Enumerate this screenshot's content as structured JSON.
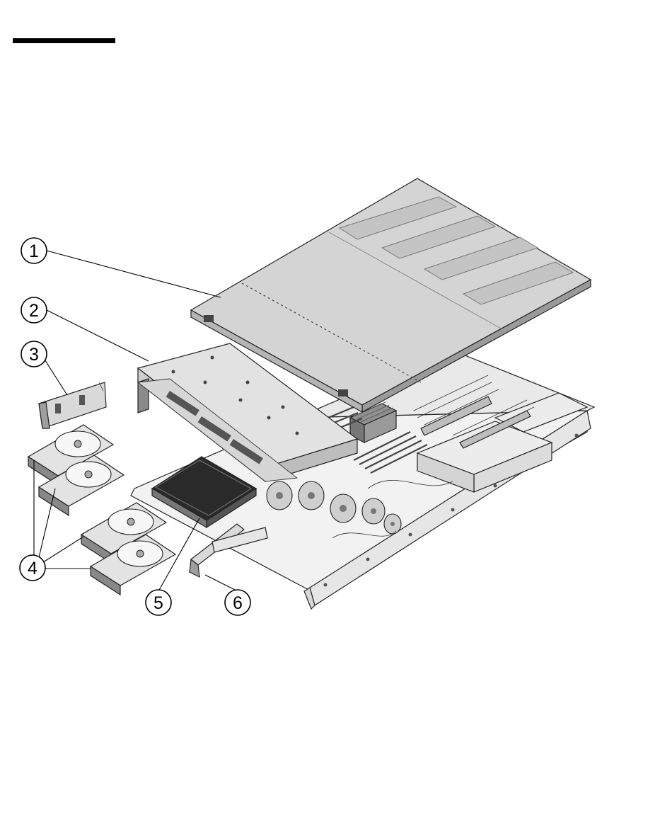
{
  "figure": {
    "callouts": [
      {
        "label": "1",
        "part": "top-cover"
      },
      {
        "label": "2",
        "part": "disk-cage"
      },
      {
        "label": "3",
        "part": "bracket-left"
      },
      {
        "label": "4",
        "part": "hard-drives"
      },
      {
        "label": "5",
        "part": "optical-drive"
      },
      {
        "label": "6",
        "part": "bracket-right"
      }
    ]
  }
}
